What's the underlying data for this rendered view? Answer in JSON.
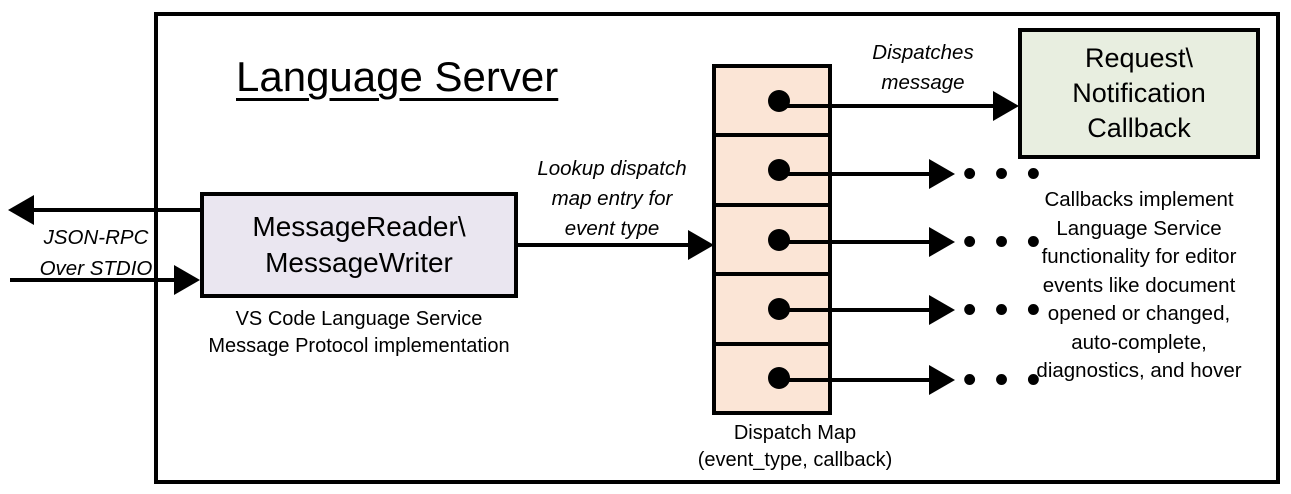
{
  "diagram": {
    "title": "Language Server",
    "container_label": "language-server-boundary"
  },
  "nodes": {
    "message_io": {
      "label": "MessageReader\\\nMessageWriter",
      "line1": "MessageReader\\",
      "line2": "MessageWriter",
      "fill": "#EAE6F0",
      "caption_line1": "VS Code Language Service",
      "caption_line2": "Message Protocol implementation"
    },
    "dispatch_map": {
      "fill": "#FBE5D6",
      "row_count": 5,
      "caption_line1": "Dispatch Map",
      "caption_line2": "(event_type, callback)"
    },
    "callback": {
      "line1": "Request\\",
      "line2": "Notification",
      "line3": "Callback",
      "fill": "#E8EEE0",
      "caption_line1": "Callbacks implement",
      "caption_line2": "Language Service",
      "caption_line3": "functionality for editor",
      "caption_line4": "events like document",
      "caption_line5": "opened or changed,",
      "caption_line6": "auto-complete,",
      "caption_line7": "diagnostics, and hover"
    }
  },
  "edges": {
    "transport": {
      "line1": "JSON-RPC",
      "line2": "Over STDIO"
    },
    "lookup": {
      "line1": "Lookup dispatch",
      "line2": "map entry for",
      "line3": "event type"
    },
    "dispatches": {
      "line1": "Dispatches",
      "line2": "message"
    },
    "ellipsis": "• • •"
  },
  "colors": {
    "stroke": "#000000",
    "background": "#FFFFFF",
    "lavender": "#EAE6F0",
    "peach": "#FBE5D6",
    "green": "#E8EEE0"
  }
}
